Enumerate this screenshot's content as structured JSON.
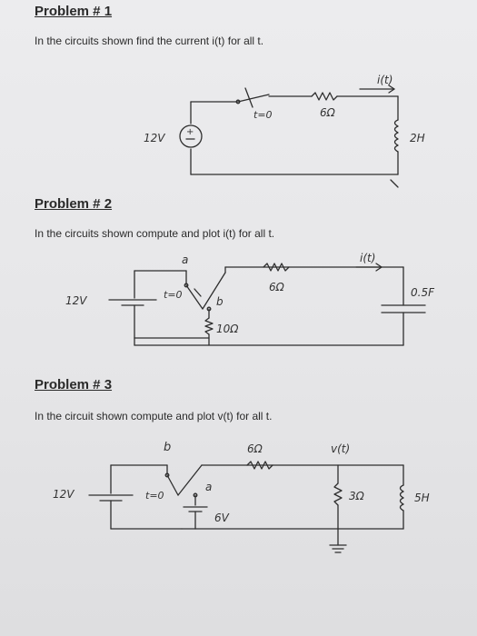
{
  "problem1": {
    "heading": "Problem # 1",
    "prompt": "In the circuits shown find the current i(t) for all t.",
    "labels": {
      "source": "12V",
      "switch": "t=0",
      "resistor": "6Ω",
      "inductor": "2H",
      "current": "i(t)"
    }
  },
  "problem2": {
    "heading": "Problem # 2",
    "prompt": "In the circuits shown compute and plot i(t) for all t.",
    "labels": {
      "source": "12V",
      "switch": "t=0",
      "node_a": "a",
      "node_b": "b",
      "resistor1": "6Ω",
      "resistor2": "10Ω",
      "capacitor": "0.5F",
      "current": "i(t)"
    }
  },
  "problem3": {
    "heading": "Problem # 3",
    "prompt": "In the circuit shown compute and plot v(t) for all t.",
    "labels": {
      "source1": "12V",
      "source2": "6V",
      "switch": "t=0",
      "node_a": "a",
      "node_b": "b",
      "resistor1": "6Ω",
      "resistor2": "3Ω",
      "inductor": "5H",
      "voltage": "v(t)"
    }
  }
}
